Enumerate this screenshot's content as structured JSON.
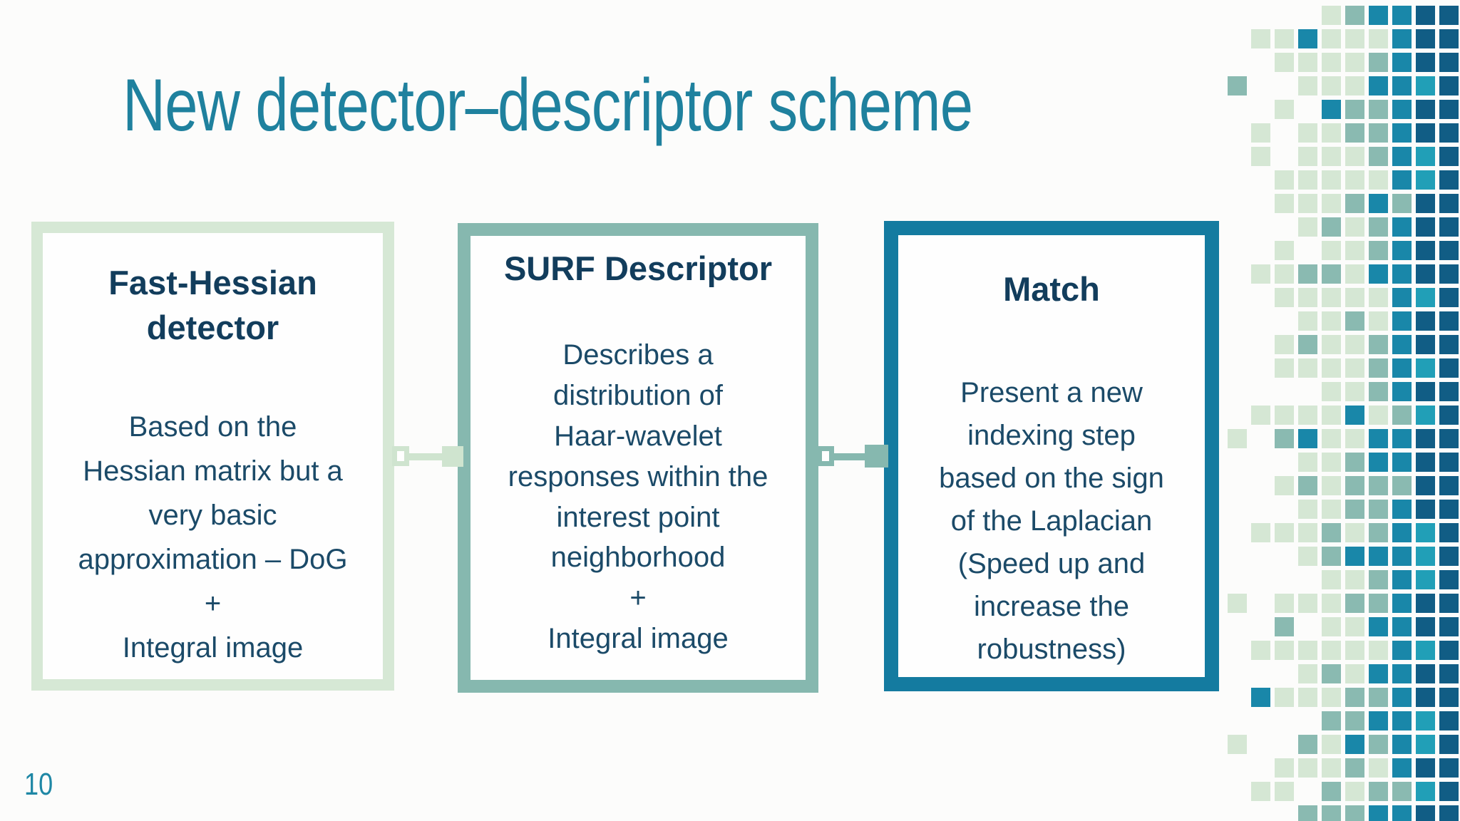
{
  "slide": {
    "title": "New detector–descriptor scheme",
    "page_number": "10",
    "background": "#fcfcfb",
    "title_color": "#1f819e",
    "heading_color": "#123d5c",
    "body_color": "#1b4a68"
  },
  "boxes": [
    {
      "id": "fast-hessian-detector",
      "heading": "Fast-Hessian\ndetector",
      "body": "Based on the\nHessian matrix but a\nvery basic\napproximation – DoG\n+\nIntegral image",
      "border_color": "#d6e8d5"
    },
    {
      "id": "surf-descriptor",
      "heading": "SURF Descriptor",
      "body": "Describes a\ndistribution of\nHaar-wavelet\nresponses within the\ninterest point\nneighborhood\n+\nIntegral image",
      "border_color": "#86b8af"
    },
    {
      "id": "match",
      "heading": "Match",
      "body": "Present a new\nindexing step\nbased on the sign\nof the Laplacian\n(Speed up and\nincrease the\nrobustness)",
      "border_color": "#147ba0"
    }
  ],
  "connectors": [
    {
      "from": "fast-hessian-detector",
      "to": "surf-descriptor",
      "color": "#cfe4cf"
    },
    {
      "from": "surf-descriptor",
      "to": "match",
      "color": "#86b8af"
    }
  ],
  "mosaic": {
    "palette": {
      ".": "transparent",
      "g": "#d5e7d4",
      "t": "#8abab1",
      "b": "#1987a9",
      "c": "#219fb7",
      "d": "#115d85"
    },
    "rows": [
      "....gtbbdd",
      ".ggbgggbdd",
      "..ggggtbdd",
      "t..gggbbcd",
      "..g.bttbdd",
      ".g.ggttbdd",
      ".g.gggtbcd",
      "..gggggbcd",
      "..gggtbtdd",
      "...gtgtbdd",
      "..g.ggtbdd",
      ".ggttgbbdd",
      "..gggggbcd",
      "...ggtgbdd",
      "..gtggtbdd",
      "..ggggtbcd",
      "....ggtbdd",
      ".ggggbgtcd",
      "g.tbggbbdd",
      "...ggtbbdd",
      "..gtgtttdd",
      "...ggttbdd",
      ".gggtgtbcd",
      "...gtbbbcd",
      "....ggtbcd",
      "g.gggttbdd",
      "..t.ggbbdd",
      ".ggggggbcd",
      "...gtgbbdd",
      ".bgggttbdd",
      "....ttbbcd",
      "g..tgbtbcd",
      "..gggtgbdd",
      ".gg.tgttcd",
      "...tttbbdd"
    ]
  }
}
